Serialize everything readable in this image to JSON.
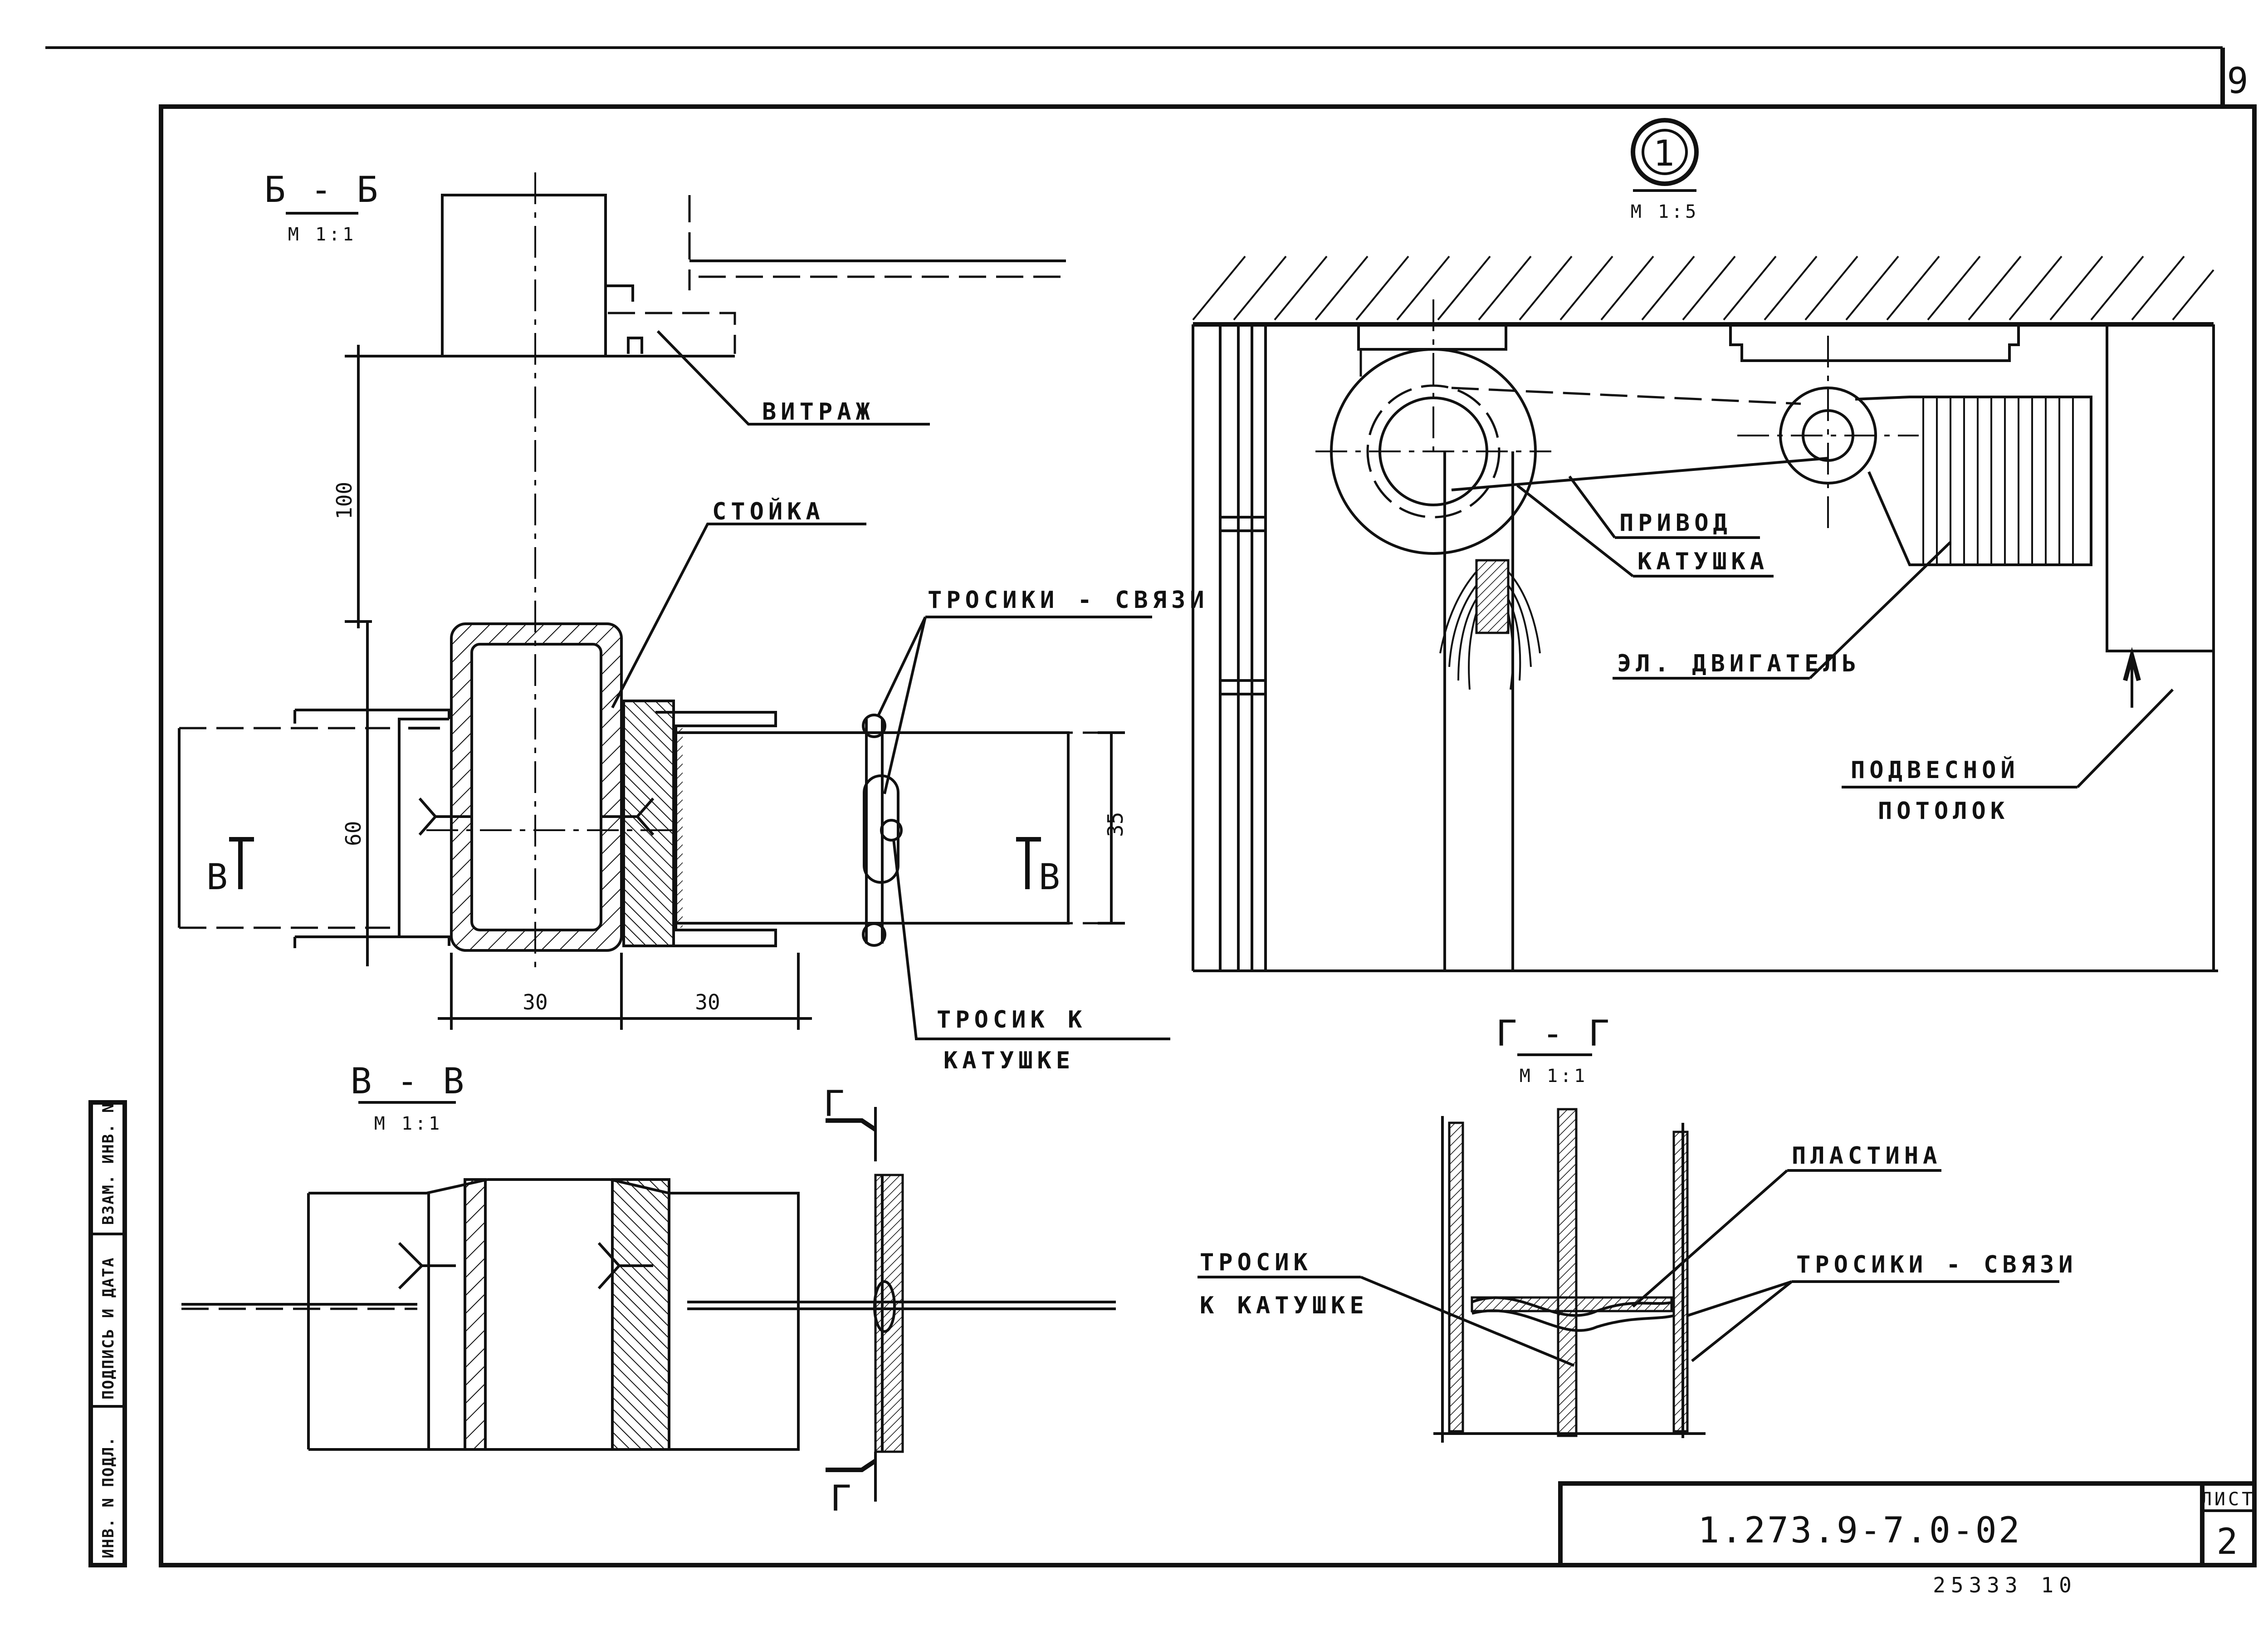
{
  "sheet": {
    "page_number": "9",
    "doc_code": "1.273.9-7.0-02",
    "list_label": "ЛИСТ",
    "list_number": "2",
    "archive_number": "25333  10"
  },
  "stamp": {
    "inv_podl": "ИНВ. N ПОДЛ.",
    "podpis_data": "ПОДПИСЬ И ДАТА",
    "vzam_inv": "ВЗАМ. ИНВ. N"
  },
  "section_bb": {
    "title": "Б - Б",
    "scale": "М 1:1",
    "label_vitrazh": "ВИТРАЖ",
    "label_stoyka": "СТОЙКА",
    "label_trosiki_svyazi": "ТРОСИКИ - СВЯЗИ",
    "label_trosik_k": "ТРОСИК К",
    "label_katushke": "КАТУШКЕ",
    "dim_100": "100",
    "dim_60": "60",
    "dim_35": "35",
    "dim_30_left": "30",
    "dim_30_right": "30",
    "cut_mark_left": "В",
    "cut_mark_right": "В"
  },
  "section_vv": {
    "title": "В - В",
    "scale": "М 1:1",
    "cut_mark_top": "Г",
    "cut_mark_bottom": "Г"
  },
  "detail_1": {
    "marker": "1",
    "scale": "М 1:5",
    "label_privod": "ПРИВОД",
    "label_katushka": "КАТУШКА",
    "label_motor": "ЭЛ. ДВИГАТЕЛЬ",
    "label_podvesnoy": "ПОДВЕСНОЙ",
    "label_potolok": "ПОТОЛОК"
  },
  "section_gg": {
    "title": "Г - Г",
    "scale": "М 1:1",
    "label_plastina": "ПЛАСТИНА",
    "label_trosik": "ТРОСИК",
    "label_k_katushke": "К КАТУШКЕ",
    "label_trosiki_svyazi": "ТРОСИКИ - СВЯЗИ"
  }
}
